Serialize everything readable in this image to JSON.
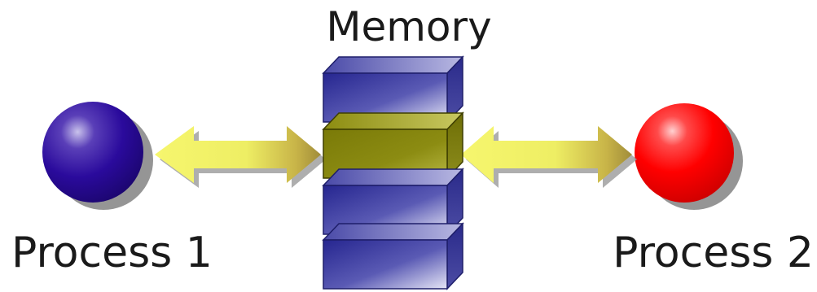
{
  "memory": {
    "title": "Memory",
    "blocks": [
      {
        "state": "free",
        "color": "#3a3a9a"
      },
      {
        "state": "shared",
        "color": "#8c8c12"
      },
      {
        "state": "free",
        "color": "#3a3a9a"
      },
      {
        "state": "free",
        "color": "#3a3a9a"
      }
    ]
  },
  "processes": [
    {
      "label": "Process 1",
      "color": "#2a0a9c"
    },
    {
      "label": "Process 2",
      "color": "#ff0000"
    }
  ],
  "arrow_color": "#f3f36a"
}
